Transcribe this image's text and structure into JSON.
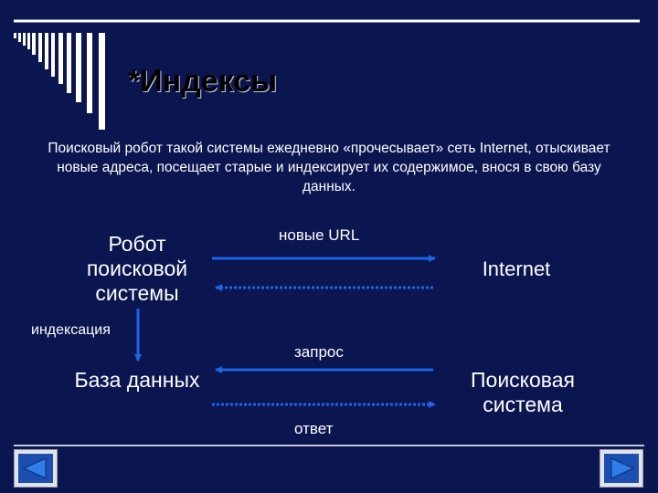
{
  "slide": {
    "title": "*Индексы",
    "intro": "Поисковый робот такой системы ежедневно «прочесывает» сеть Internet, отыскивает новые адреса, посещает старые и индексирует их содержимое, внося в свою базу данных."
  },
  "diagram": {
    "robot": "Робот поисковой системы",
    "internet": "Internet",
    "database": "База данных",
    "search_system": "Поисковая система",
    "new_urls": "новые URL",
    "indexing": "индексация",
    "query": "запрос",
    "answer": "ответ"
  },
  "nav": {
    "prev_icon": "triangle-left-icon",
    "next_icon": "triangle-right-icon"
  },
  "colors": {
    "background": "#0b1550",
    "arrow": "#1e64e6",
    "line_white": "#ffffff"
  }
}
